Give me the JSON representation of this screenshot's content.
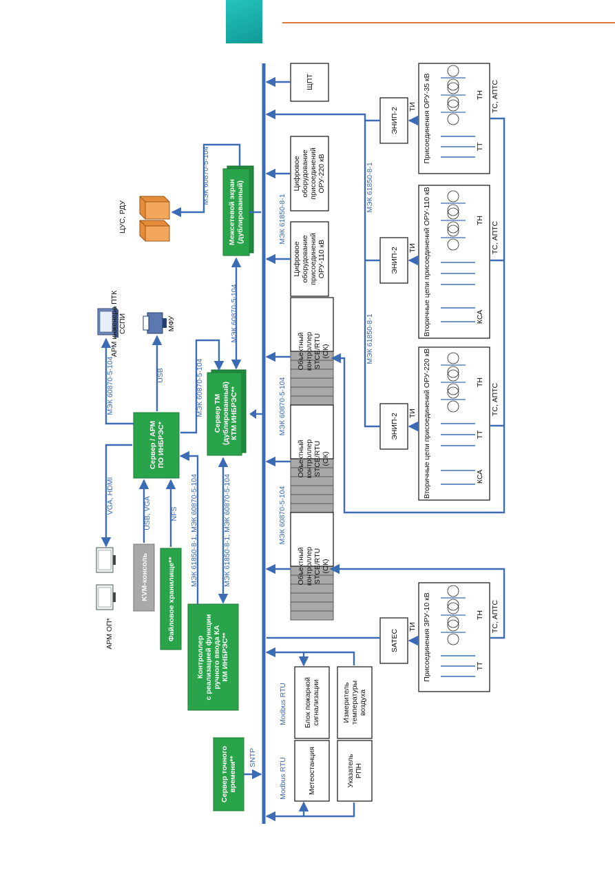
{
  "header": {
    "accent_color": "#1aaeaa",
    "rule_color": "#e0763a"
  },
  "colors": {
    "line": "#3b6bb5",
    "green_box": "#2aa44a"
  },
  "protocols": {
    "iec104": "МЭК 60870-5-104",
    "iec61850": "МЭК 61850-8-1",
    "iec_both": "МЭК 61850-8-1, МЭК 60870-5-104",
    "usb": "USB",
    "usb_vga": "USB, VGA",
    "vga_hdmi": "VGA, HDMI",
    "nfs": "NFS",
    "sntp": "SNTP",
    "modbus": "Modbus RTU"
  },
  "blocks": {
    "arm_op": "АРМ ОП*",
    "kvm": "KVM-консоль",
    "file_storage": "Файловое хранилище**",
    "controller_1": "Контроллер",
    "controller_2": "с реализацией функции",
    "controller_3": "ручного ввода КА",
    "controller_4": "КМ ИНБРЭС**",
    "time_server_1": "Сервер точного",
    "time_server_2": "времени**",
    "server_arm_1": "Сервер / АРМ",
    "server_arm_2": "ПО ИНБРЭС*",
    "server_tm_1": "Сервер ТМ",
    "server_tm_2": "(дублированный)",
    "server_tm_3": "КТМ ИНБРЭС**",
    "arm_engineer_1": "АРМ инженера ПТК",
    "arm_engineer_2": "ССПИ",
    "mfu": "МФУ",
    "firewall_1": "Межсетевой экран",
    "firewall_2": "(дублированный)",
    "cus": "ЦУС, РДУ",
    "meteo": "Метеостанция",
    "rpn_1": "Указатель",
    "rpn_2": "РПН",
    "fire_1": "Блок пожарной",
    "fire_2": "сигнализации",
    "temp_1": "Измеритель",
    "temp_2": "температуры",
    "temp_3": "воздуха",
    "obj_ctrl_1": "Объектный",
    "obj_ctrl_2": "контроллер",
    "obj_ctrl_3": "STCE/RTU",
    "obj_ctrl_4": "(ОК)",
    "dig_1": "Цифровое",
    "dig_2": "оборудование",
    "dig_3": "присоединений",
    "dig_110": "ОРУ-110 кВ",
    "dig_220": "ОРУ-220 кВ",
    "shpt": "ЩПТ",
    "satec": "SATEC",
    "enip": "ЭНИП-2"
  },
  "signals": {
    "ti": "ТИ",
    "tn": "ТН",
    "tt": "ТТ",
    "ksa": "КСА",
    "ts": "ТС, АПТС"
  },
  "panels": {
    "p10": "Присоединения ЗРУ-10 кВ",
    "p220": "Вторичные цепи присоединений ОРУ-220 кВ",
    "p110": "Вторичные цепи присоединений ОРУ-110 кВ",
    "p35": "Присоединения ОРУ-35 кВ"
  }
}
